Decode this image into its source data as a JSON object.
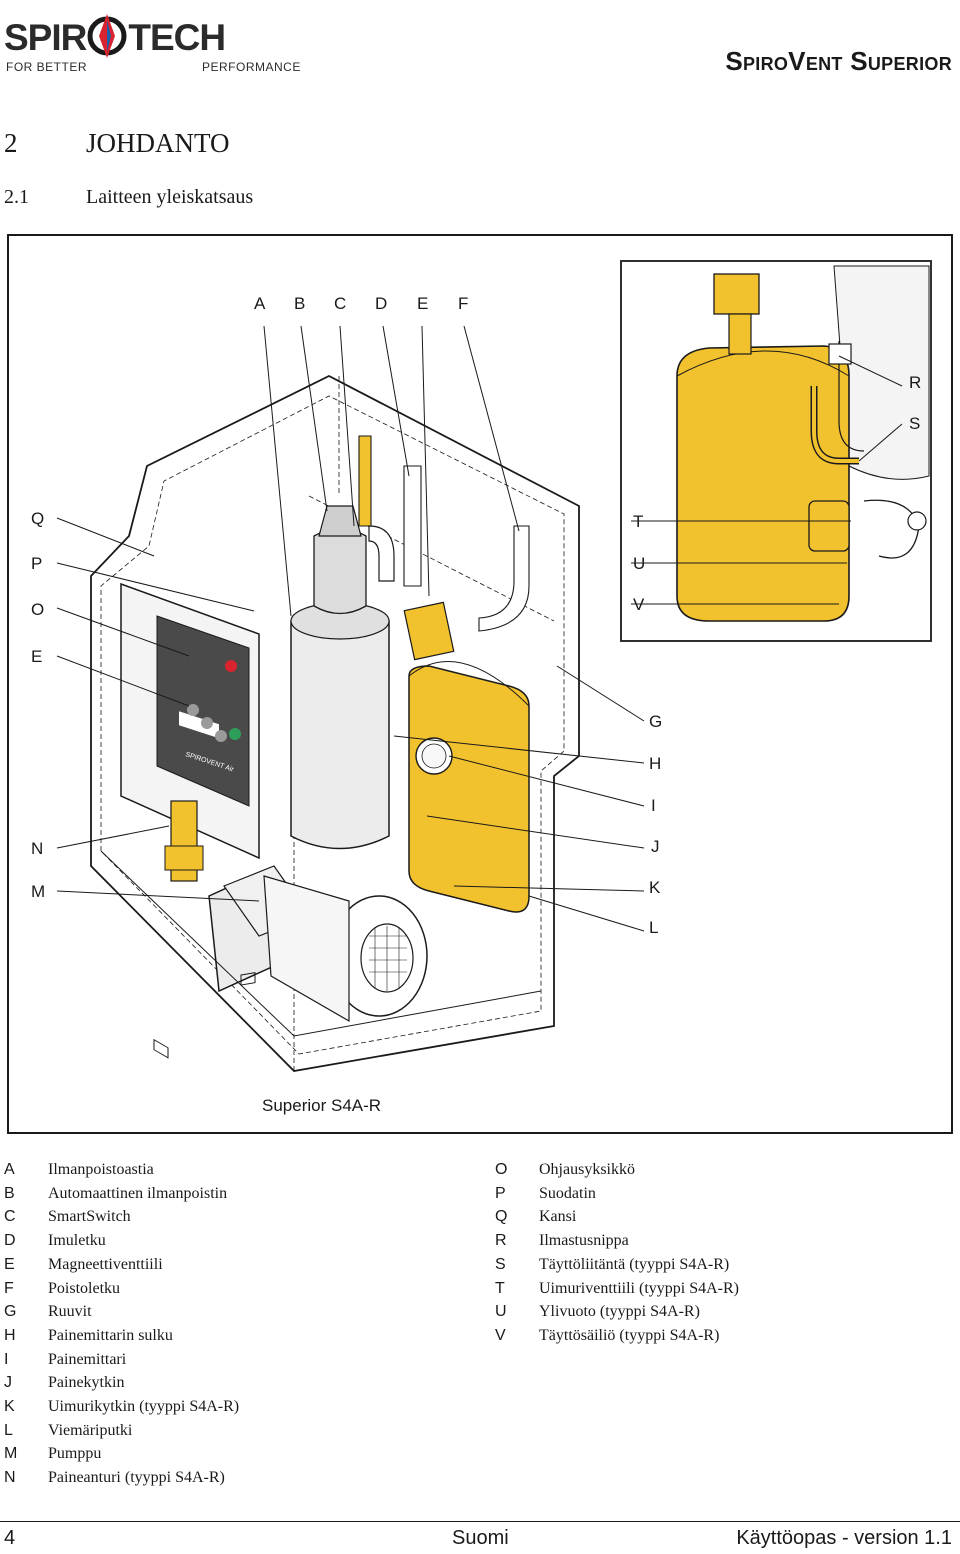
{
  "header": {
    "brand_left": "SPIR",
    "brand_right": "TECH",
    "brand_tagline_left": "FOR BETTER",
    "brand_tagline_right": "PERFORMANCE",
    "product_title": "SpiroVent Superior"
  },
  "section": {
    "number": "2",
    "title": "JOHDANTO"
  },
  "subsection": {
    "number": "2.1",
    "title": "Laitteen yleiskatsaus"
  },
  "figure": {
    "caption": "Superior S4A-R",
    "top_labels": [
      "A",
      "B",
      "C",
      "D",
      "E",
      "F"
    ],
    "left_labels": [
      "Q",
      "P",
      "O",
      "E",
      "N",
      "M"
    ],
    "right_labels": [
      "R",
      "S",
      "T",
      "U",
      "V",
      "G",
      "H",
      "I",
      "J",
      "K",
      "L"
    ],
    "panel_brand": "SPIROVENT Air"
  },
  "legend_left": [
    {
      "key": "A",
      "text": "Ilmanpoistoastia"
    },
    {
      "key": "B",
      "text": "Automaattinen ilmanpoistin"
    },
    {
      "key": "C",
      "text": "SmartSwitch"
    },
    {
      "key": "D",
      "text": "Imuletku"
    },
    {
      "key": "E",
      "text": "Magneettiventtiili"
    },
    {
      "key": "F",
      "text": "Poistoletku"
    },
    {
      "key": "G",
      "text": "Ruuvit"
    },
    {
      "key": "H",
      "text": "Painemittarin sulku"
    },
    {
      "key": "I",
      "text": "Painemittari"
    },
    {
      "key": "J",
      "text": "Painekytkin"
    },
    {
      "key": "K",
      "text": "Uimurikytkin (tyyppi S4A-R)"
    },
    {
      "key": "L",
      "text": "Viemäriputki"
    },
    {
      "key": "M",
      "text": "Pumppu"
    },
    {
      "key": "N",
      "text": "Paineanturi (tyyppi S4A-R)"
    }
  ],
  "legend_right": [
    {
      "key": "O",
      "text": "Ohjausyksikkö"
    },
    {
      "key": "P",
      "text": "Suodatin"
    },
    {
      "key": "Q",
      "text": "Kansi"
    },
    {
      "key": "R",
      "text": "Ilmastusnippa"
    },
    {
      "key": "S",
      "text": "Täyttöliitäntä (tyyppi S4A-R)"
    },
    {
      "key": "T",
      "text": "Uimuriventtiili (tyyppi S4A-R)"
    },
    {
      "key": "U",
      "text": "Ylivuoto (tyyppi S4A-R)"
    },
    {
      "key": "V",
      "text": "Täyttösäiliö (tyyppi S4A-R)"
    }
  ],
  "footer": {
    "page": "4",
    "language": "Suomi",
    "manual": "Käyttöopas - version 1.1"
  },
  "colors": {
    "ink": "#1a1a1a",
    "brand_red": "#d9232e",
    "brand_blue": "#1f5fa8",
    "tank_yellow": "#f2c12e",
    "panel_dark": "#4a4a4a"
  }
}
